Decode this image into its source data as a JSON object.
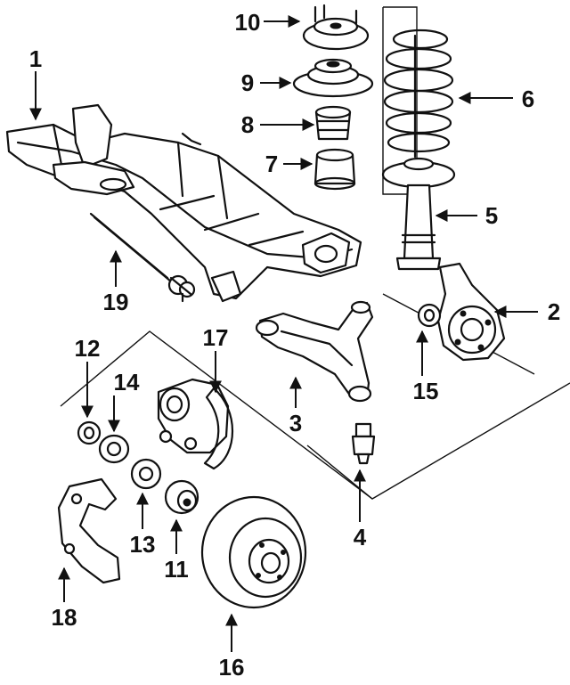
{
  "callouts": [
    {
      "id": "1",
      "text": "1"
    },
    {
      "id": "2",
      "text": "2"
    },
    {
      "id": "3",
      "text": "3"
    },
    {
      "id": "4",
      "text": "4"
    },
    {
      "id": "5",
      "text": "5"
    },
    {
      "id": "6",
      "text": "6"
    },
    {
      "id": "7",
      "text": "7"
    },
    {
      "id": "8",
      "text": "8"
    },
    {
      "id": "9",
      "text": "9"
    },
    {
      "id": "10",
      "text": "10"
    },
    {
      "id": "11",
      "text": "11"
    },
    {
      "id": "12",
      "text": "12"
    },
    {
      "id": "13",
      "text": "13"
    },
    {
      "id": "14",
      "text": "14"
    },
    {
      "id": "15",
      "text": "15"
    },
    {
      "id": "16",
      "text": "16"
    },
    {
      "id": "17",
      "text": "17"
    },
    {
      "id": "18",
      "text": "18"
    },
    {
      "id": "19",
      "text": "19"
    }
  ]
}
